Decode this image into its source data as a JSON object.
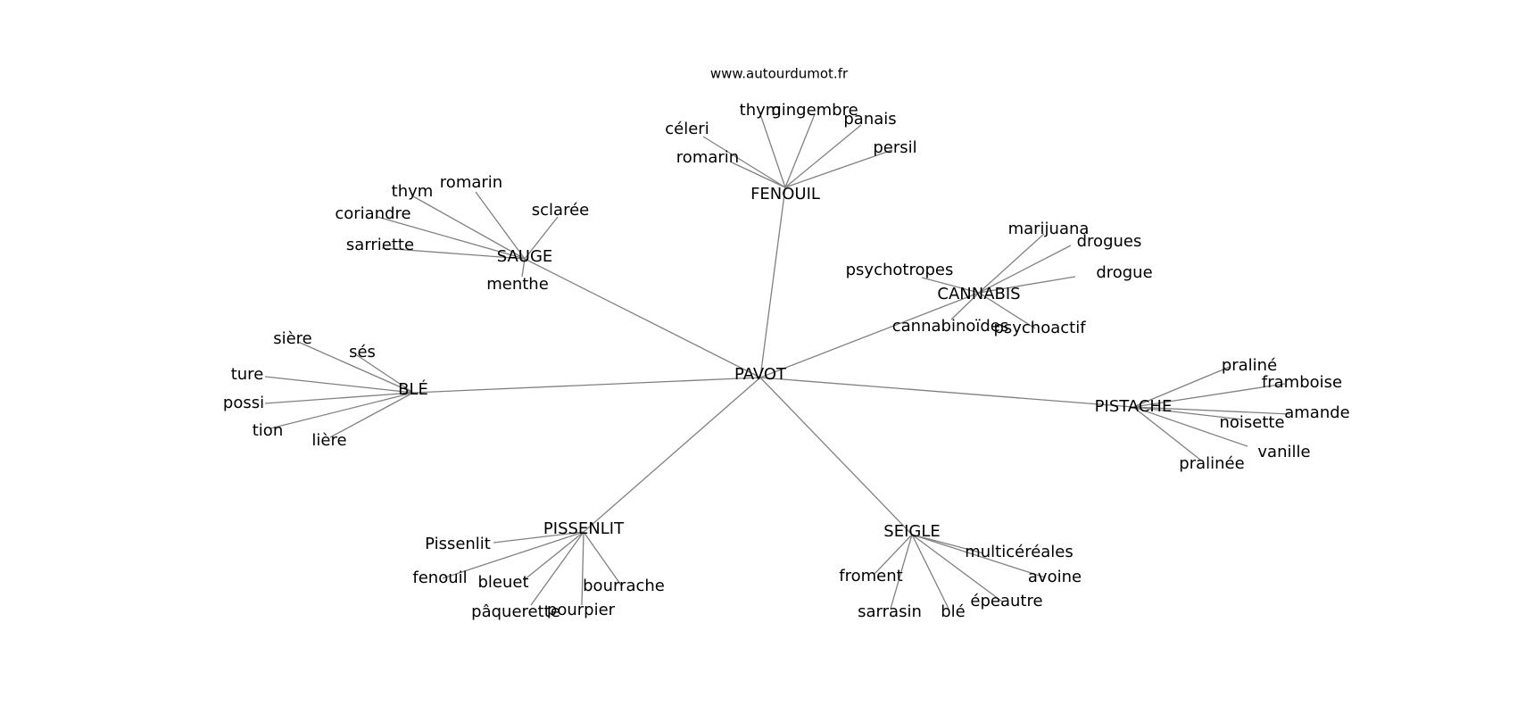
{
  "watermark": "www.autourdumot.fr",
  "colors": {
    "edge": "#808080",
    "text": "#000000",
    "background": "#ffffff"
  },
  "center": "PAVOT",
  "hubs": [
    {
      "id": "fenouil",
      "label": "FENOUIL",
      "leaves": [
        "céleri",
        "thym",
        "gingembre",
        "panais",
        "persil",
        "romarin"
      ]
    },
    {
      "id": "sauge",
      "label": "SAUGE",
      "leaves": [
        "romarin",
        "thym",
        "coriandre",
        "sarriette",
        "sclarée",
        "menthe"
      ]
    },
    {
      "id": "cannabis",
      "label": "CANNABIS",
      "leaves": [
        "marijuana",
        "drogues",
        "drogue",
        "psychotropes",
        "cannabinoïdes",
        "psychoactif"
      ]
    },
    {
      "id": "ble",
      "label": "BLÉ",
      "leaves": [
        "sière",
        "sés",
        "ture",
        "possi",
        "tion",
        "lière"
      ]
    },
    {
      "id": "pistache",
      "label": "PISTACHE",
      "leaves": [
        "praliné",
        "framboise",
        "amande",
        "noisette",
        "vanille",
        "pralinée"
      ]
    },
    {
      "id": "pissenlit",
      "label": "PISSENLIT",
      "leaves": [
        "Pissenlit",
        "fenouil",
        "bleuet",
        "bourrache",
        "pâquerette",
        "pourpier"
      ]
    },
    {
      "id": "seigle",
      "label": "SEIGLE",
      "leaves": [
        "multicéréales",
        "avoine",
        "froment",
        "épeautre",
        "sarrasin",
        "blé"
      ]
    }
  ]
}
